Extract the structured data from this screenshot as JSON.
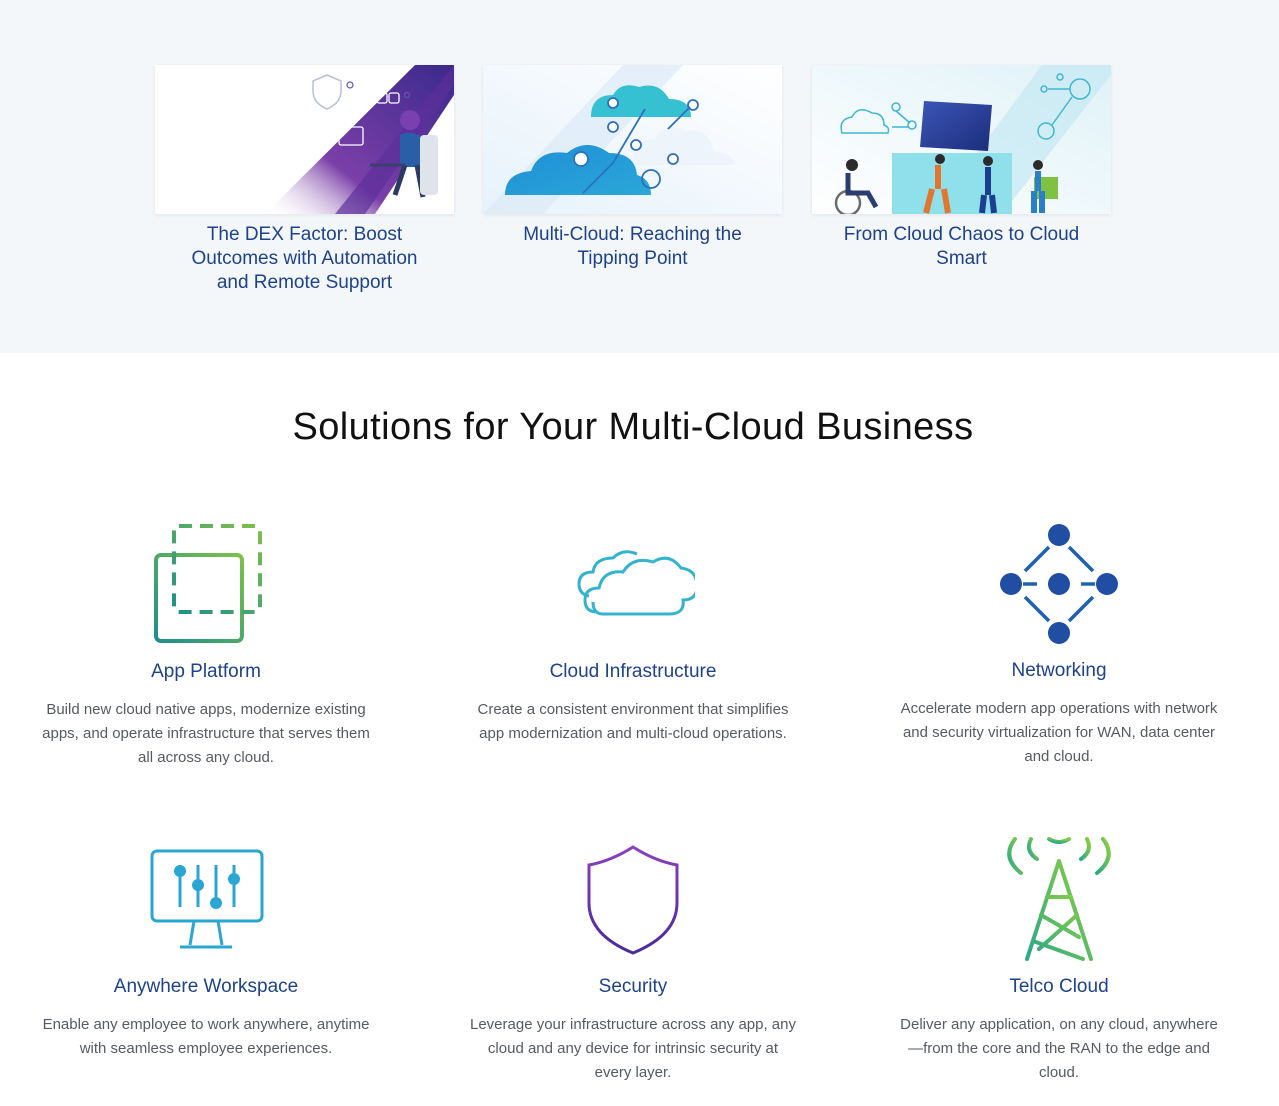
{
  "featured": {
    "cards": [
      {
        "title": "The DEX Factor: Boost Outcomes with Automation and Remote Support",
        "image_icon": "dex-illustration"
      },
      {
        "title": "Multi-Cloud: Reaching the Tipping Point",
        "image_icon": "clouds-illustration"
      },
      {
        "title": "From Cloud Chaos to Cloud Smart",
        "image_icon": "team-lifting-illustration"
      }
    ]
  },
  "solutions": {
    "heading": "Solutions for Your Multi-Cloud Business",
    "items": [
      {
        "title": "App Platform",
        "description": "Build new cloud native apps, modernize existing apps, and operate infrastructure that serves them all across any cloud.",
        "icon": "overlapping-squares-icon"
      },
      {
        "title": "Cloud Infrastructure",
        "description": "Create a consistent environment that simplifies app modernization and multi-cloud operations.",
        "icon": "cloud-icon"
      },
      {
        "title": "Networking",
        "description": "Accelerate modern app operations with network and security virtualization for WAN, data center and cloud.",
        "icon": "network-nodes-icon"
      },
      {
        "title": "Anywhere Workspace",
        "description": "Enable any employee to work anywhere, anytime with seamless employee experiences.",
        "icon": "monitor-sliders-icon"
      },
      {
        "title": "Security",
        "description": "Leverage your infrastructure across any app, any cloud and any device for intrinsic security at every layer.",
        "icon": "shield-icon"
      },
      {
        "title": "Telco Cloud",
        "description": "Deliver any application, on any cloud, anywhere—from the core and the RAN to the edge and cloud.",
        "icon": "antenna-tower-icon"
      }
    ]
  },
  "colors": {
    "link_blue": "#1d428a",
    "body_text": "#555b61",
    "band_bg": "#f4f7fa"
  }
}
